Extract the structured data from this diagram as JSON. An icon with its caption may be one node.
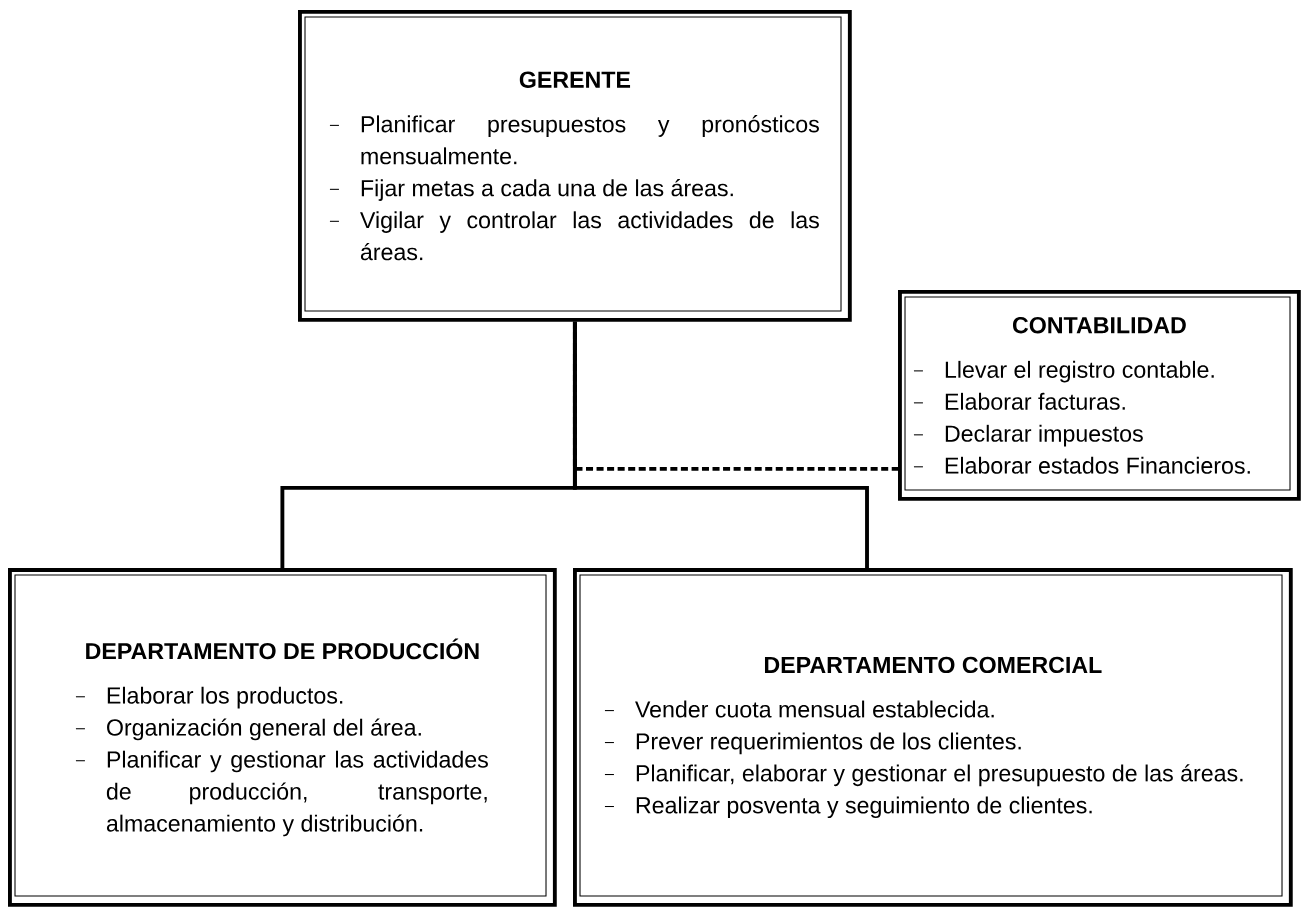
{
  "diagram": {
    "nodes": [
      {
        "text": [
          "GERENTE",
          "Planificar presupuestos y pronósticos mensualmente.",
          "Fijar metas a cada una de las áreas.",
          "Vigilar y controlar las actividades de las áreas."
        ]
      },
      {
        "text": [
          "CONTABILIDAD",
          "Llevar el registro contable.",
          "Elaborar facturas.",
          "Declarar impuestos",
          "Elaborar estados Financieros."
        ]
      },
      {
        "text": [
          "DEPARTAMENTO DE PRODUCCIÓN",
          "Elaborar los productos.",
          "Organización general del área.",
          "Planificar y gestionar las actividades de producción, transporte, almacenamiento y distribución."
        ]
      },
      {
        "text": [
          "DEPARTAMENTO COMERCIAL",
          "Vender cuota mensual establecida.",
          "Prever requerimientos de los clientes.",
          "Planificar, elaborar y gestionar el presupuesto de las áreas.",
          "Realizar posventa y seguimiento de clientes."
        ]
      }
    ],
    "edges": [
      {
        "from": 0,
        "to": 2,
        "arrow": "none"
      },
      {
        "from": 0,
        "to": 3,
        "arrow": "none"
      },
      {
        "from": 0,
        "to": 1,
        "arrow": "none",
        "style": "dashed"
      }
    ]
  }
}
